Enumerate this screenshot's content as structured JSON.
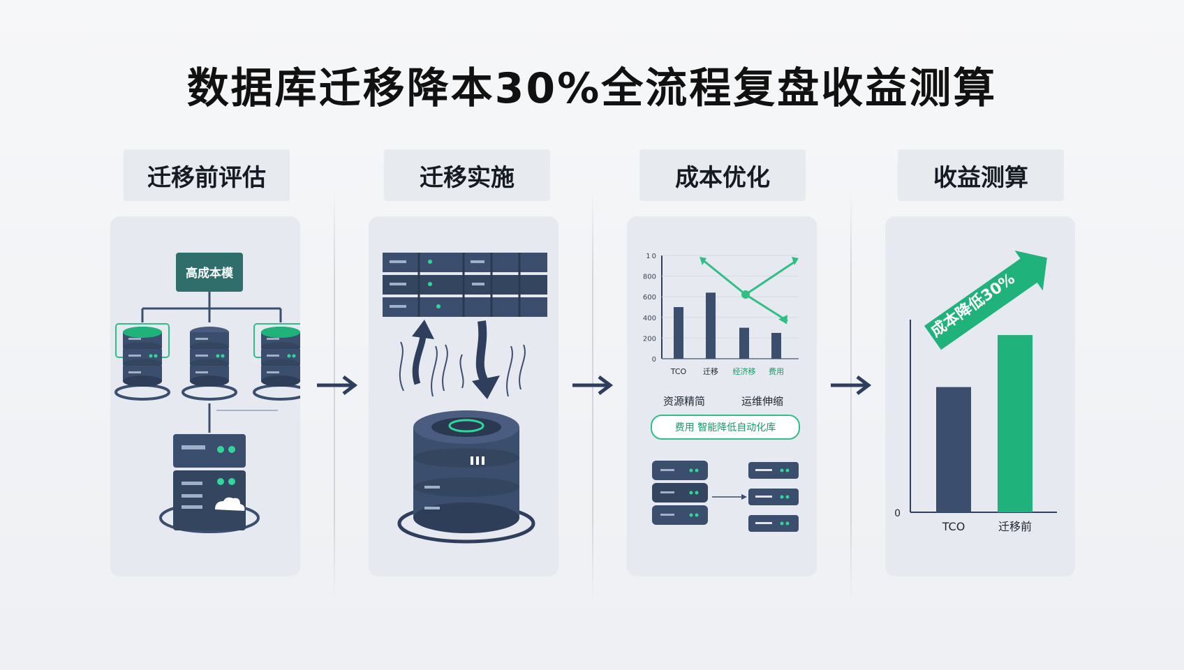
{
  "title": "数据库迁移降本30%全流程复盘收益测算",
  "steps": [
    {
      "label": "迁移前评估"
    },
    {
      "label": "迁移实施"
    },
    {
      "label": "成本优化"
    },
    {
      "label": "收益测算"
    }
  ],
  "step1": {
    "box_label": "高成本模"
  },
  "step3": {
    "chart_data": {
      "type": "bar",
      "categories": [
        "TCO",
        "迁移",
        "经济移",
        "费用"
      ],
      "values": [
        500,
        640,
        300,
        250
      ],
      "yticks": [
        "0",
        "200",
        "400",
        "600",
        "800",
        "1 0"
      ],
      "ylim": [
        0,
        1000
      ]
    },
    "label_left": "资源精简",
    "label_right": "运维伸缩",
    "pill_text": "费用 智能降低自动化库"
  },
  "step4": {
    "chart_data": {
      "type": "bar",
      "categories": [
        "TCO",
        "迁移前"
      ],
      "values": [
        65,
        92
      ],
      "ytick_zero": "0",
      "ylim": [
        0,
        100
      ]
    },
    "arrow_text": "成本降低30%"
  },
  "colors": {
    "navy": "#3b4e6e",
    "green": "#1fb27a",
    "teal": "#2f6e6b",
    "panel": "#e6eaf0"
  }
}
